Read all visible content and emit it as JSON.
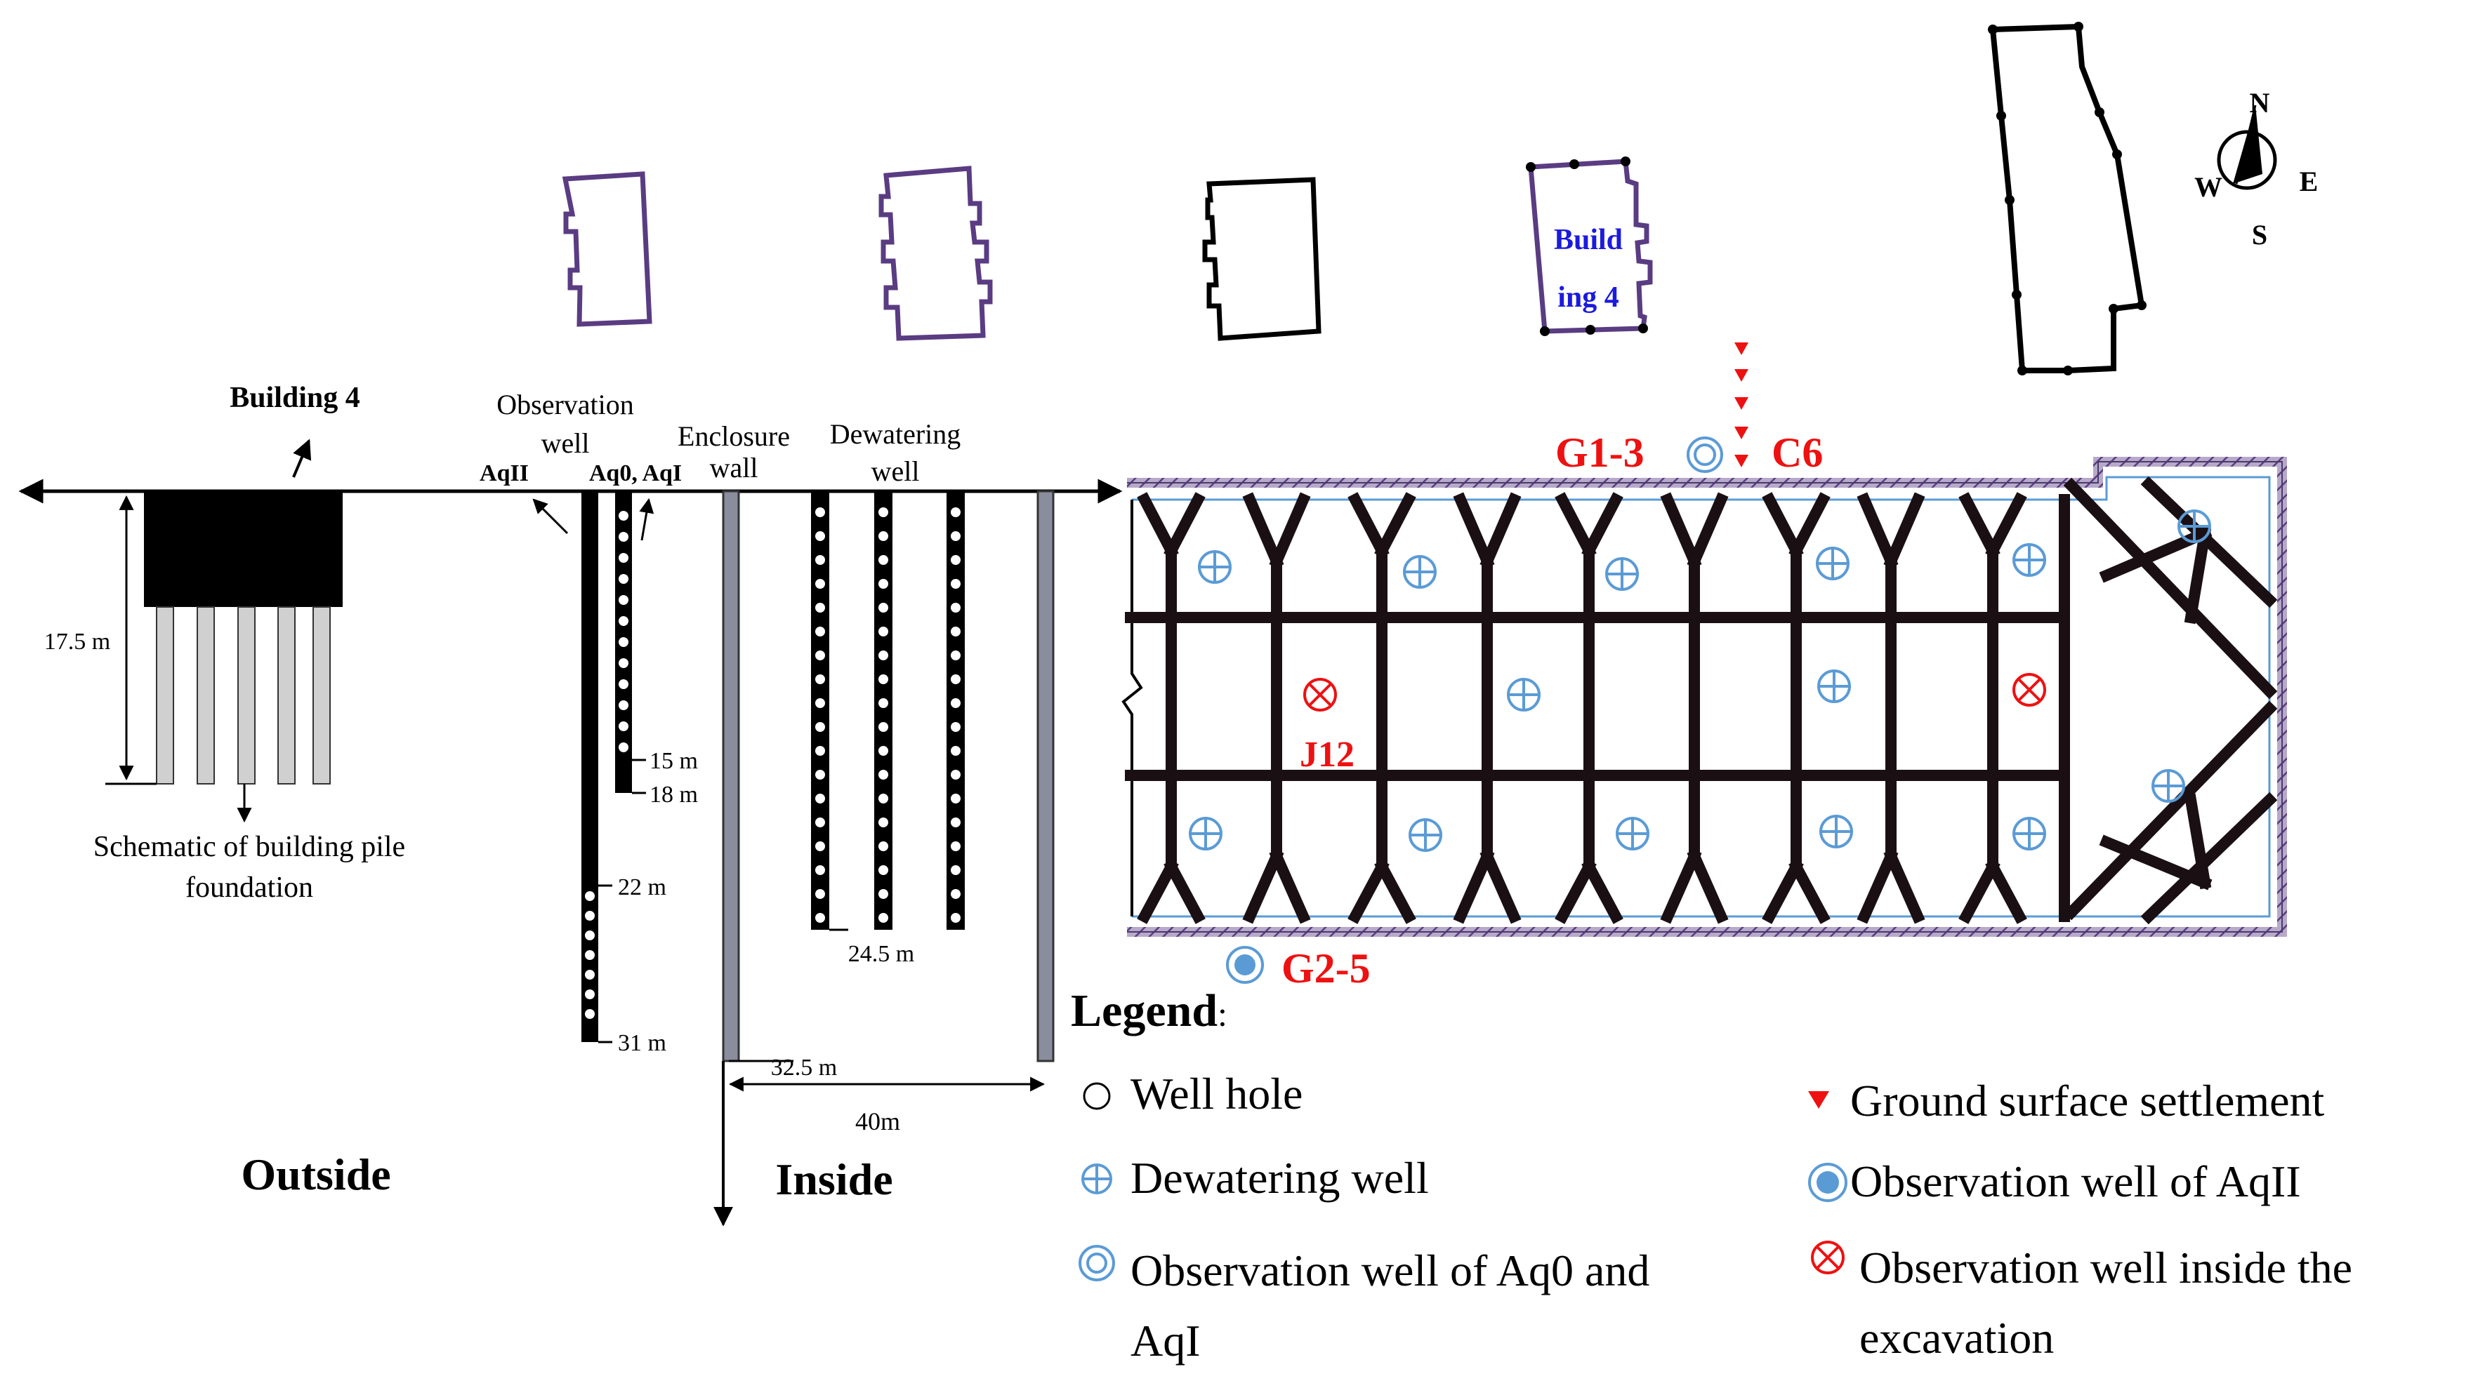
{
  "compass": {
    "north": "N",
    "south": "S",
    "east": "E",
    "west": "W"
  },
  "section": {
    "building_label": "Building 4",
    "observation_well_line1": "Observation",
    "observation_well_line2": "well",
    "aqII_label": "AqII",
    "aq0_aqI_label": "Aq0, AqI",
    "enclosure_line1": "Enclosure",
    "enclosure_line2": "wall",
    "dewatering_line1": "Dewatering",
    "dewatering_line2": "well",
    "depth_pile": "17.5 m",
    "depth_15": "15 m",
    "depth_18": "18 m",
    "depth_22": "22 m",
    "depth_31": "31 m",
    "depth_245": "24.5 m",
    "dist_325": "32.5 m",
    "dist_40": "40m",
    "pile_caption_line1": "Schematic of building pile",
    "pile_caption_line2": "foundation",
    "outside": "Outside",
    "inside": "Inside"
  },
  "plan": {
    "building4_line1": "Build",
    "building4_line2": "ing 4",
    "g13": "G1-3",
    "c6": "C6",
    "j12": "J12",
    "g25": "G2-5"
  },
  "legend": {
    "title": "Legend",
    "colon": ":",
    "well_hole": "Well hole",
    "dewatering_well": "Dewatering well",
    "obs_aq0_line1": "Observation well of Aq0 and",
    "obs_aq0_line2": "AqI",
    "settlement": "Ground surface settlement",
    "obs_aqII": "Observation well of AqII",
    "obs_inside_line1": "Observation well inside the",
    "obs_inside_line2": "excavation"
  },
  "colors": {
    "red": "#ee1111",
    "blue_well": "#5b9bd5",
    "purple_outline": "#5a3c82",
    "building_label": "#1b1bdd",
    "enclosure_grey": "#8a8d9c",
    "pile_grey": "#d0d0d0"
  },
  "icons": {
    "dewatering": "circle-plus-icon",
    "obs_aq0": "double-circle-icon",
    "obs_aqII": "filled-dot-circle-icon",
    "obs_inside": "circle-x-icon",
    "settlement": "red-triangle-icon",
    "well_hole": "hollow-circle-icon"
  }
}
